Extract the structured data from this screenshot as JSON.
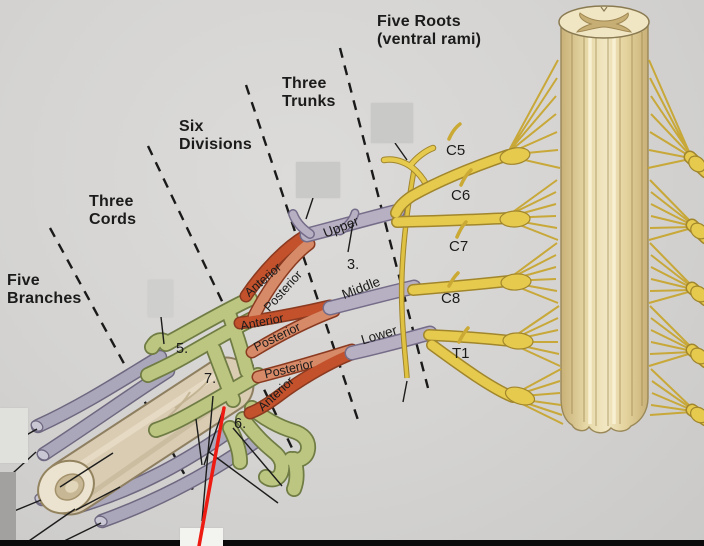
{
  "figure_title": "Brachial plexus organization diagram (labeling quiz)",
  "colors": {
    "background": "#d5d4d2",
    "nerve_yellow": "#e6ca4e",
    "spinal_cord_tan": "#ecdcae",
    "trunk_lavender": "#b7afc2",
    "division_anterior_orange": "#c2512c",
    "division_posterior_salmon": "#d68a68",
    "cord_green": "#bcc681",
    "branch_gray": "#aba7bb",
    "artery_tan": "#d9ccb3",
    "annotation_red": "#ee1b12",
    "text_black": "#1b1b1b"
  },
  "headers": {
    "five_roots_line1": "Five Roots",
    "five_roots_line2": "(ventral rami)",
    "three_trunks_line1": "Three",
    "three_trunks_line2": "Trunks",
    "six_divisions_line1": "Six",
    "six_divisions_line2": "Divisions",
    "three_cords_line1": "Three",
    "three_cords_line2": "Cords",
    "five_branches_line1": "Five",
    "five_branches_line2": "Branches"
  },
  "roots": {
    "c5": "C5",
    "c6": "C6",
    "c7": "C7",
    "c8": "C8",
    "t1": "T1"
  },
  "trunks": {
    "upper": "Upper",
    "middle": "Middle",
    "lower": "Lower"
  },
  "divisions": {
    "upper_anterior": "Anterior",
    "upper_posterior": "Posterior",
    "middle_anterior": "Anterior",
    "middle_posterior": "Posterior",
    "lower_posterior": "Posterior",
    "lower_anterior": "Anterior"
  },
  "question_numbers": {
    "n3": "3.",
    "n5": "5.",
    "n6": "6.",
    "n7": "7."
  }
}
